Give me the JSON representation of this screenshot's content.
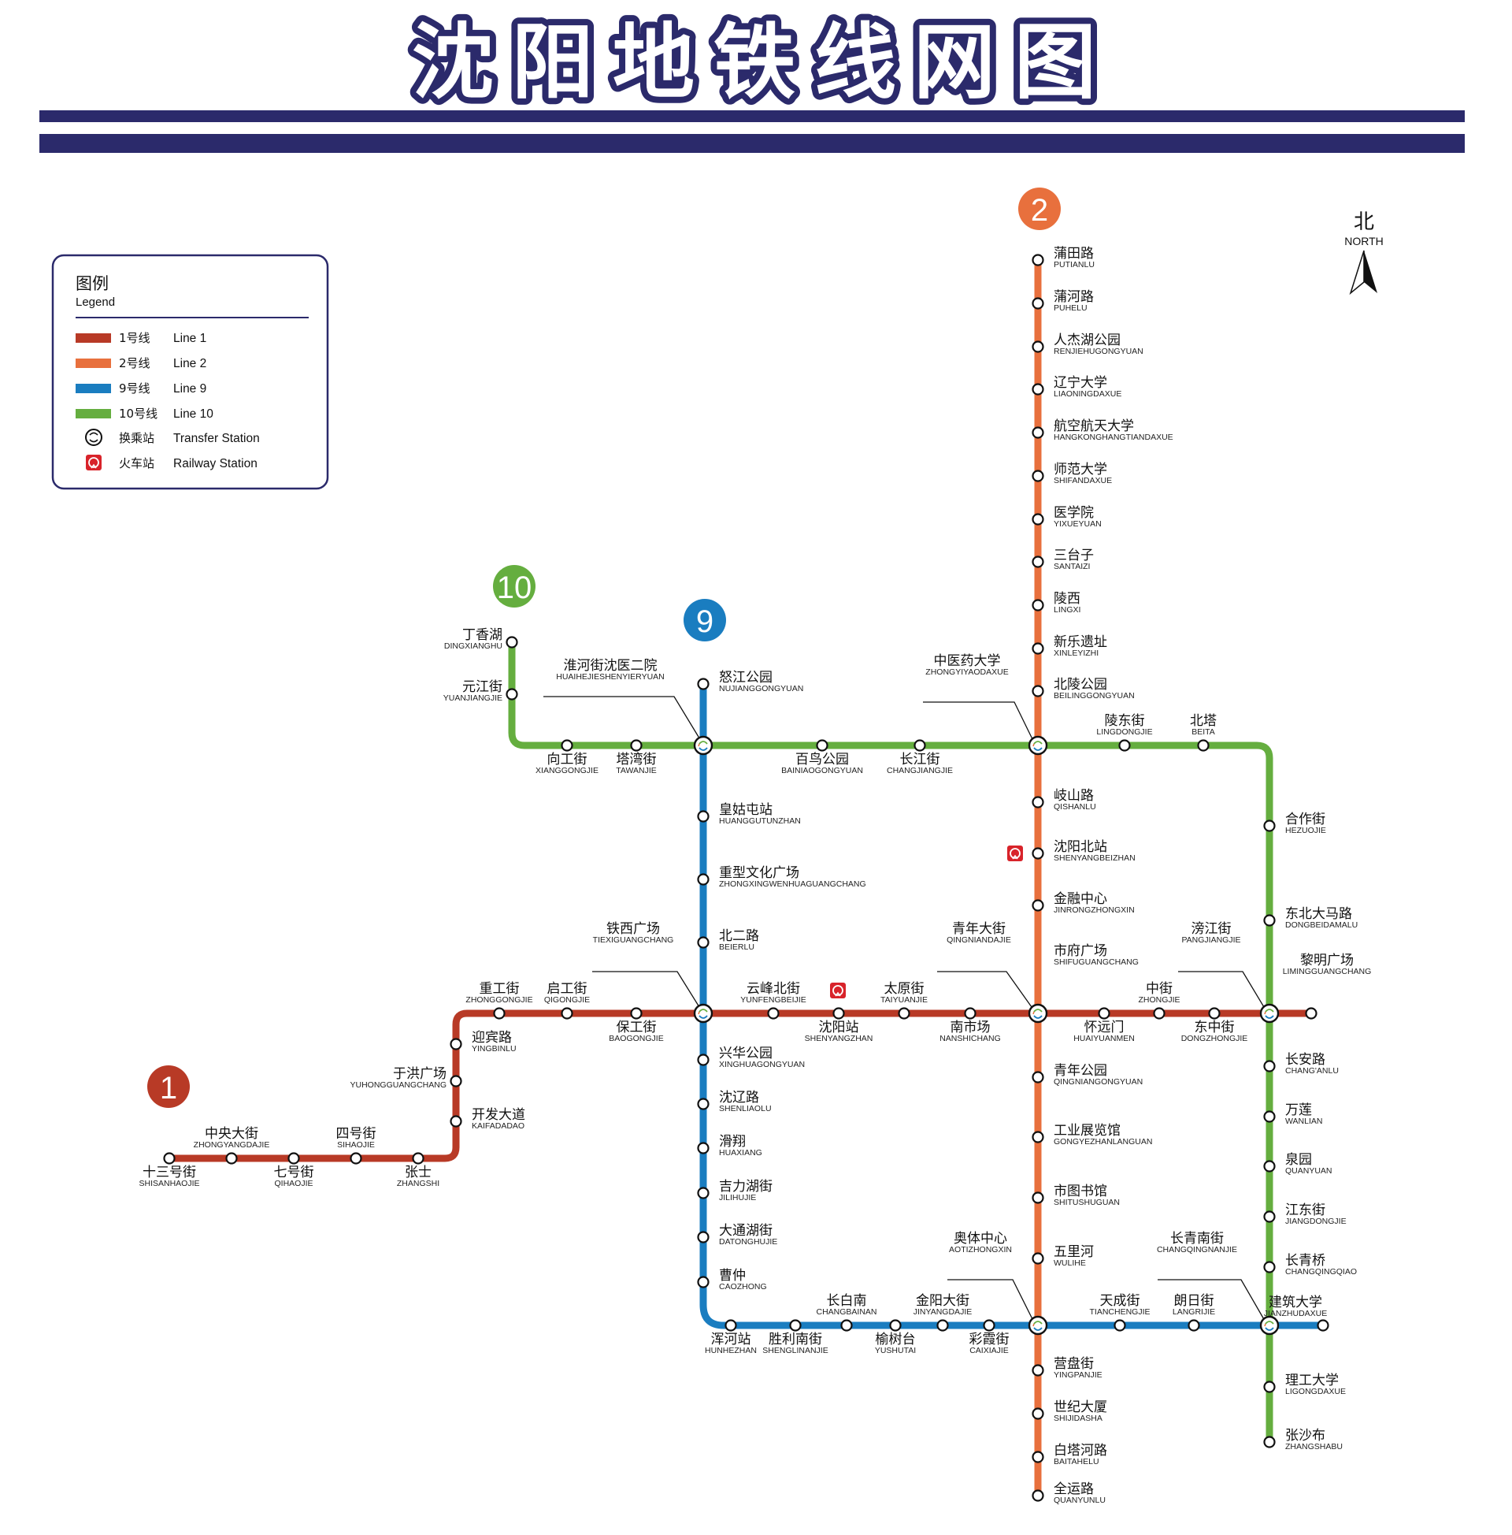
{
  "title": "沈阳地铁线网图",
  "title_chars": [
    "沈",
    "阳",
    "地",
    "铁",
    "线",
    "网",
    "图"
  ],
  "colors": {
    "header_bar": "#2b2a6b",
    "line1": "#b83a26",
    "line2": "#e8703d",
    "line9": "#1a7dc0",
    "line10": "#65ae3f",
    "railway": "#d8232a",
    "legend_border": "#2b2a6b"
  },
  "north": {
    "cn": "北",
    "en": "NORTH",
    "icon": "north-arrow-icon"
  },
  "legend": {
    "title": "图例",
    "subtitle": "Legend",
    "items": [
      {
        "cn": "1号线",
        "en": "Line 1",
        "symbol": "line",
        "color": "#b83a26"
      },
      {
        "cn": "2号线",
        "en": "Line 2",
        "symbol": "line",
        "color": "#e8703d"
      },
      {
        "cn": "9号线",
        "en": "Line 9",
        "symbol": "line",
        "color": "#1a7dc0"
      },
      {
        "cn": "10号线",
        "en": "Line 10",
        "symbol": "line",
        "color": "#65ae3f"
      },
      {
        "cn": "换乘站",
        "en": "Transfer Station",
        "symbol": "transfer-icon"
      },
      {
        "cn": "火车站",
        "en": "Railway Station",
        "symbol": "railway-icon"
      }
    ]
  },
  "lines": {
    "line1": {
      "number": "1",
      "color": "#b83a26"
    },
    "line2": {
      "number": "2",
      "color": "#e8703d"
    },
    "line9": {
      "number": "9",
      "color": "#1a7dc0"
    },
    "line10": {
      "number": "10",
      "color": "#65ae3f"
    }
  },
  "stations": [
    {
      "id": "putianlu",
      "cn": "蒲田路",
      "en": "PUTIANLU"
    },
    {
      "id": "puhelu",
      "cn": "蒲河路",
      "en": "PUHELU"
    },
    {
      "id": "renjiehu",
      "cn": "人杰湖公园",
      "en": "RENJIEHUGONGYUAN"
    },
    {
      "id": "liaoning",
      "cn": "辽宁大学",
      "en": "LIAONINGDAXUE"
    },
    {
      "id": "hangkong",
      "cn": "航空航天大学",
      "en": "HANGKONGHANGTIANDAXUE"
    },
    {
      "id": "shifan",
      "cn": "师范大学",
      "en": "SHIFANDAXUE"
    },
    {
      "id": "yixueyuan",
      "cn": "医学院",
      "en": "YIXUEYUAN"
    },
    {
      "id": "santaizi",
      "cn": "三台子",
      "en": "SANTAIZI"
    },
    {
      "id": "lingxi",
      "cn": "陵西",
      "en": "LINGXI"
    },
    {
      "id": "xinle",
      "cn": "新乐遗址",
      "en": "XINLEYIZHI"
    },
    {
      "id": "beiling",
      "cn": "北陵公园",
      "en": "BEILINGGONGYUAN"
    },
    {
      "id": "zhongyiyao",
      "cn": "中医药大学",
      "en": "ZHONGYIYAODAXUE"
    },
    {
      "id": "qishanlu",
      "cn": "岐山路",
      "en": "QISHANLU"
    },
    {
      "id": "shenyangbei",
      "cn": "沈阳北站",
      "en": "SHENYANGBEIZHAN"
    },
    {
      "id": "jinrong",
      "cn": "金融中心",
      "en": "JINRONGZHONGXIN"
    },
    {
      "id": "shifuguangchang",
      "cn": "市府广场",
      "en": "SHIFUGUANGCHANG"
    },
    {
      "id": "qingniandajie",
      "cn": "青年大街",
      "en": "QINGNIANDAJIE"
    },
    {
      "id": "qingniangongyuan",
      "cn": "青年公园",
      "en": "QINGNIANGONGYUAN"
    },
    {
      "id": "gongye",
      "cn": "工业展览馆",
      "en": "GONGYEZHANLANGUAN"
    },
    {
      "id": "shitushuguan",
      "cn": "市图书馆",
      "en": "SHITUSHUGUAN"
    },
    {
      "id": "wulihe",
      "cn": "五里河",
      "en": "WULIHE"
    },
    {
      "id": "aoti",
      "cn": "奥体中心",
      "en": "AOTIZHONGXIN"
    },
    {
      "id": "yingpanjie",
      "cn": "营盘街",
      "en": "YINGPANJIE"
    },
    {
      "id": "shiji",
      "cn": "世纪大厦",
      "en": "SHIJIDASHA"
    },
    {
      "id": "baitahe",
      "cn": "白塔河路",
      "en": "BAITAHELU"
    },
    {
      "id": "quanyunlu",
      "cn": "全运路",
      "en": "QUANYUNLU"
    },
    {
      "id": "dingxianghu",
      "cn": "丁香湖",
      "en": "DINGXIANGHU"
    },
    {
      "id": "yuanjiangjie",
      "cn": "元江街",
      "en": "YUANJIANGJIE"
    },
    {
      "id": "xianggongjie",
      "cn": "向工街",
      "en": "XIANGGONGJIE"
    },
    {
      "id": "tawanjie",
      "cn": "塔湾街",
      "en": "TAWANJIE"
    },
    {
      "id": "huaihe",
      "cn": "淮河街沈医二院",
      "en": "HUAIHEJIESHENYIERYUAN"
    },
    {
      "id": "bainiao",
      "cn": "百鸟公园",
      "en": "BAINIAOGONGYUAN"
    },
    {
      "id": "changjiangjie",
      "cn": "长江街",
      "en": "CHANGJIANGJIE"
    },
    {
      "id": "lingdongjie",
      "cn": "陵东街",
      "en": "LINGDONGJIE"
    },
    {
      "id": "beita",
      "cn": "北塔",
      "en": "BEITA"
    },
    {
      "id": "hezuojie",
      "cn": "合作街",
      "en": "HEZUOJIE"
    },
    {
      "id": "dongbei",
      "cn": "东北大马路",
      "en": "DONGBEIDAMALU"
    },
    {
      "id": "pangjiangjie",
      "cn": "滂江街",
      "en": "PANGJIANGJIE"
    },
    {
      "id": "liming",
      "cn": "黎明广场",
      "en": "LIMINGGUANGCHANG"
    },
    {
      "id": "changanlu",
      "cn": "长安路",
      "en": "CHANG'ANLU"
    },
    {
      "id": "wanlian",
      "cn": "万莲",
      "en": "WANLIAN"
    },
    {
      "id": "quanyuan",
      "cn": "泉园",
      "en": "QUANYUAN"
    },
    {
      "id": "jiangdongjie",
      "cn": "江东街",
      "en": "JIANGDONGJIE"
    },
    {
      "id": "changqingqiao",
      "cn": "长青桥",
      "en": "CHANGQINGQIAO"
    },
    {
      "id": "changqingnanjie",
      "cn": "长青南街",
      "en": "CHANGQINGNANJIE"
    },
    {
      "id": "jianzhu",
      "cn": "建筑大学",
      "en": "JIANZHUDAXUE"
    },
    {
      "id": "ligong",
      "cn": "理工大学",
      "en": "LIGONGDAXUE"
    },
    {
      "id": "zhangshabu",
      "cn": "张沙布",
      "en": "ZHANGSHABU"
    },
    {
      "id": "nujiang",
      "cn": "怒江公园",
      "en": "NUJIANGGONGYUAN"
    },
    {
      "id": "huanggutun",
      "cn": "皇姑屯站",
      "en": "HUANGGUTUNZHAN"
    },
    {
      "id": "zhongxing",
      "cn": "重型文化广场",
      "en": "ZHONGXINGWENHUAGUANGCHANG"
    },
    {
      "id": "beierlu",
      "cn": "北二路",
      "en": "BEIERLU"
    },
    {
      "id": "tiexi",
      "cn": "铁西广场",
      "en": "TIEXIGUANGCHANG"
    },
    {
      "id": "xinghua",
      "cn": "兴华公园",
      "en": "XINGHUAGONGYUAN"
    },
    {
      "id": "shenliaolu",
      "cn": "沈辽路",
      "en": "SHENLIAOLU"
    },
    {
      "id": "huaxiang",
      "cn": "滑翔",
      "en": "HUAXIANG"
    },
    {
      "id": "jilihu",
      "cn": "吉力湖街",
      "en": "JILIHUJIE"
    },
    {
      "id": "datonghu",
      "cn": "大通湖街",
      "en": "DATONGHUJIE"
    },
    {
      "id": "caozhong",
      "cn": "曹仲",
      "en": "CAOZHONG"
    },
    {
      "id": "hunhe",
      "cn": "浑河站",
      "en": "HUNHEZHAN"
    },
    {
      "id": "shengli",
      "cn": "胜利南街",
      "en": "SHENGLINANJIE"
    },
    {
      "id": "changbainan",
      "cn": "长白南",
      "en": "CHANGBAINAN"
    },
    {
      "id": "yushutai",
      "cn": "榆树台",
      "en": "YUSHUTAI"
    },
    {
      "id": "jinyang",
      "cn": "金阳大街",
      "en": "JINYANGDAJIE"
    },
    {
      "id": "caixia",
      "cn": "彩霞街",
      "en": "CAIXIAJIE"
    },
    {
      "id": "tiancheng",
      "cn": "天成街",
      "en": "TIANCHENGJIE"
    },
    {
      "id": "langri",
      "cn": "朗日街",
      "en": "LANGRIJIE"
    },
    {
      "id": "shisanhao",
      "cn": "十三号街",
      "en": "SHISANHAOJIE"
    },
    {
      "id": "zhongyangdajie",
      "cn": "中央大街",
      "en": "ZHONGYANGDAJIE"
    },
    {
      "id": "qihao",
      "cn": "七号街",
      "en": "QIHAOJIE"
    },
    {
      "id": "sihao",
      "cn": "四号街",
      "en": "SIHAOJIE"
    },
    {
      "id": "zhangshi",
      "cn": "张士",
      "en": "ZHANGSHI"
    },
    {
      "id": "kaifa",
      "cn": "开发大道",
      "en": "KAIFADADAO"
    },
    {
      "id": "yuhong",
      "cn": "于洪广场",
      "en": "YUHONGGUANGCHANG"
    },
    {
      "id": "yingbin",
      "cn": "迎宾路",
      "en": "YINGBINLU"
    },
    {
      "id": "zhonggong",
      "cn": "重工街",
      "en": "ZHONGGONGJIE"
    },
    {
      "id": "qigong",
      "cn": "启工街",
      "en": "QIGONGJIE"
    },
    {
      "id": "baogong",
      "cn": "保工街",
      "en": "BAOGONGJIE"
    },
    {
      "id": "yunfeng",
      "cn": "云峰北街",
      "en": "YUNFENGBEIJIE"
    },
    {
      "id": "shenyangzhan",
      "cn": "沈阳站",
      "en": "SHENYANGZHAN"
    },
    {
      "id": "taiyuanjie",
      "cn": "太原街",
      "en": "TAIYUANJIE"
    },
    {
      "id": "nanshichang",
      "cn": "南市场",
      "en": "NANSHICHANG"
    },
    {
      "id": "huaiyuanmen",
      "cn": "怀远门",
      "en": "HUAIYUANMEN"
    },
    {
      "id": "zhongjie",
      "cn": "中街",
      "en": "ZHONGJIE"
    },
    {
      "id": "dongzhongjie",
      "cn": "东中街",
      "en": "DONGZHONGJIE"
    }
  ]
}
